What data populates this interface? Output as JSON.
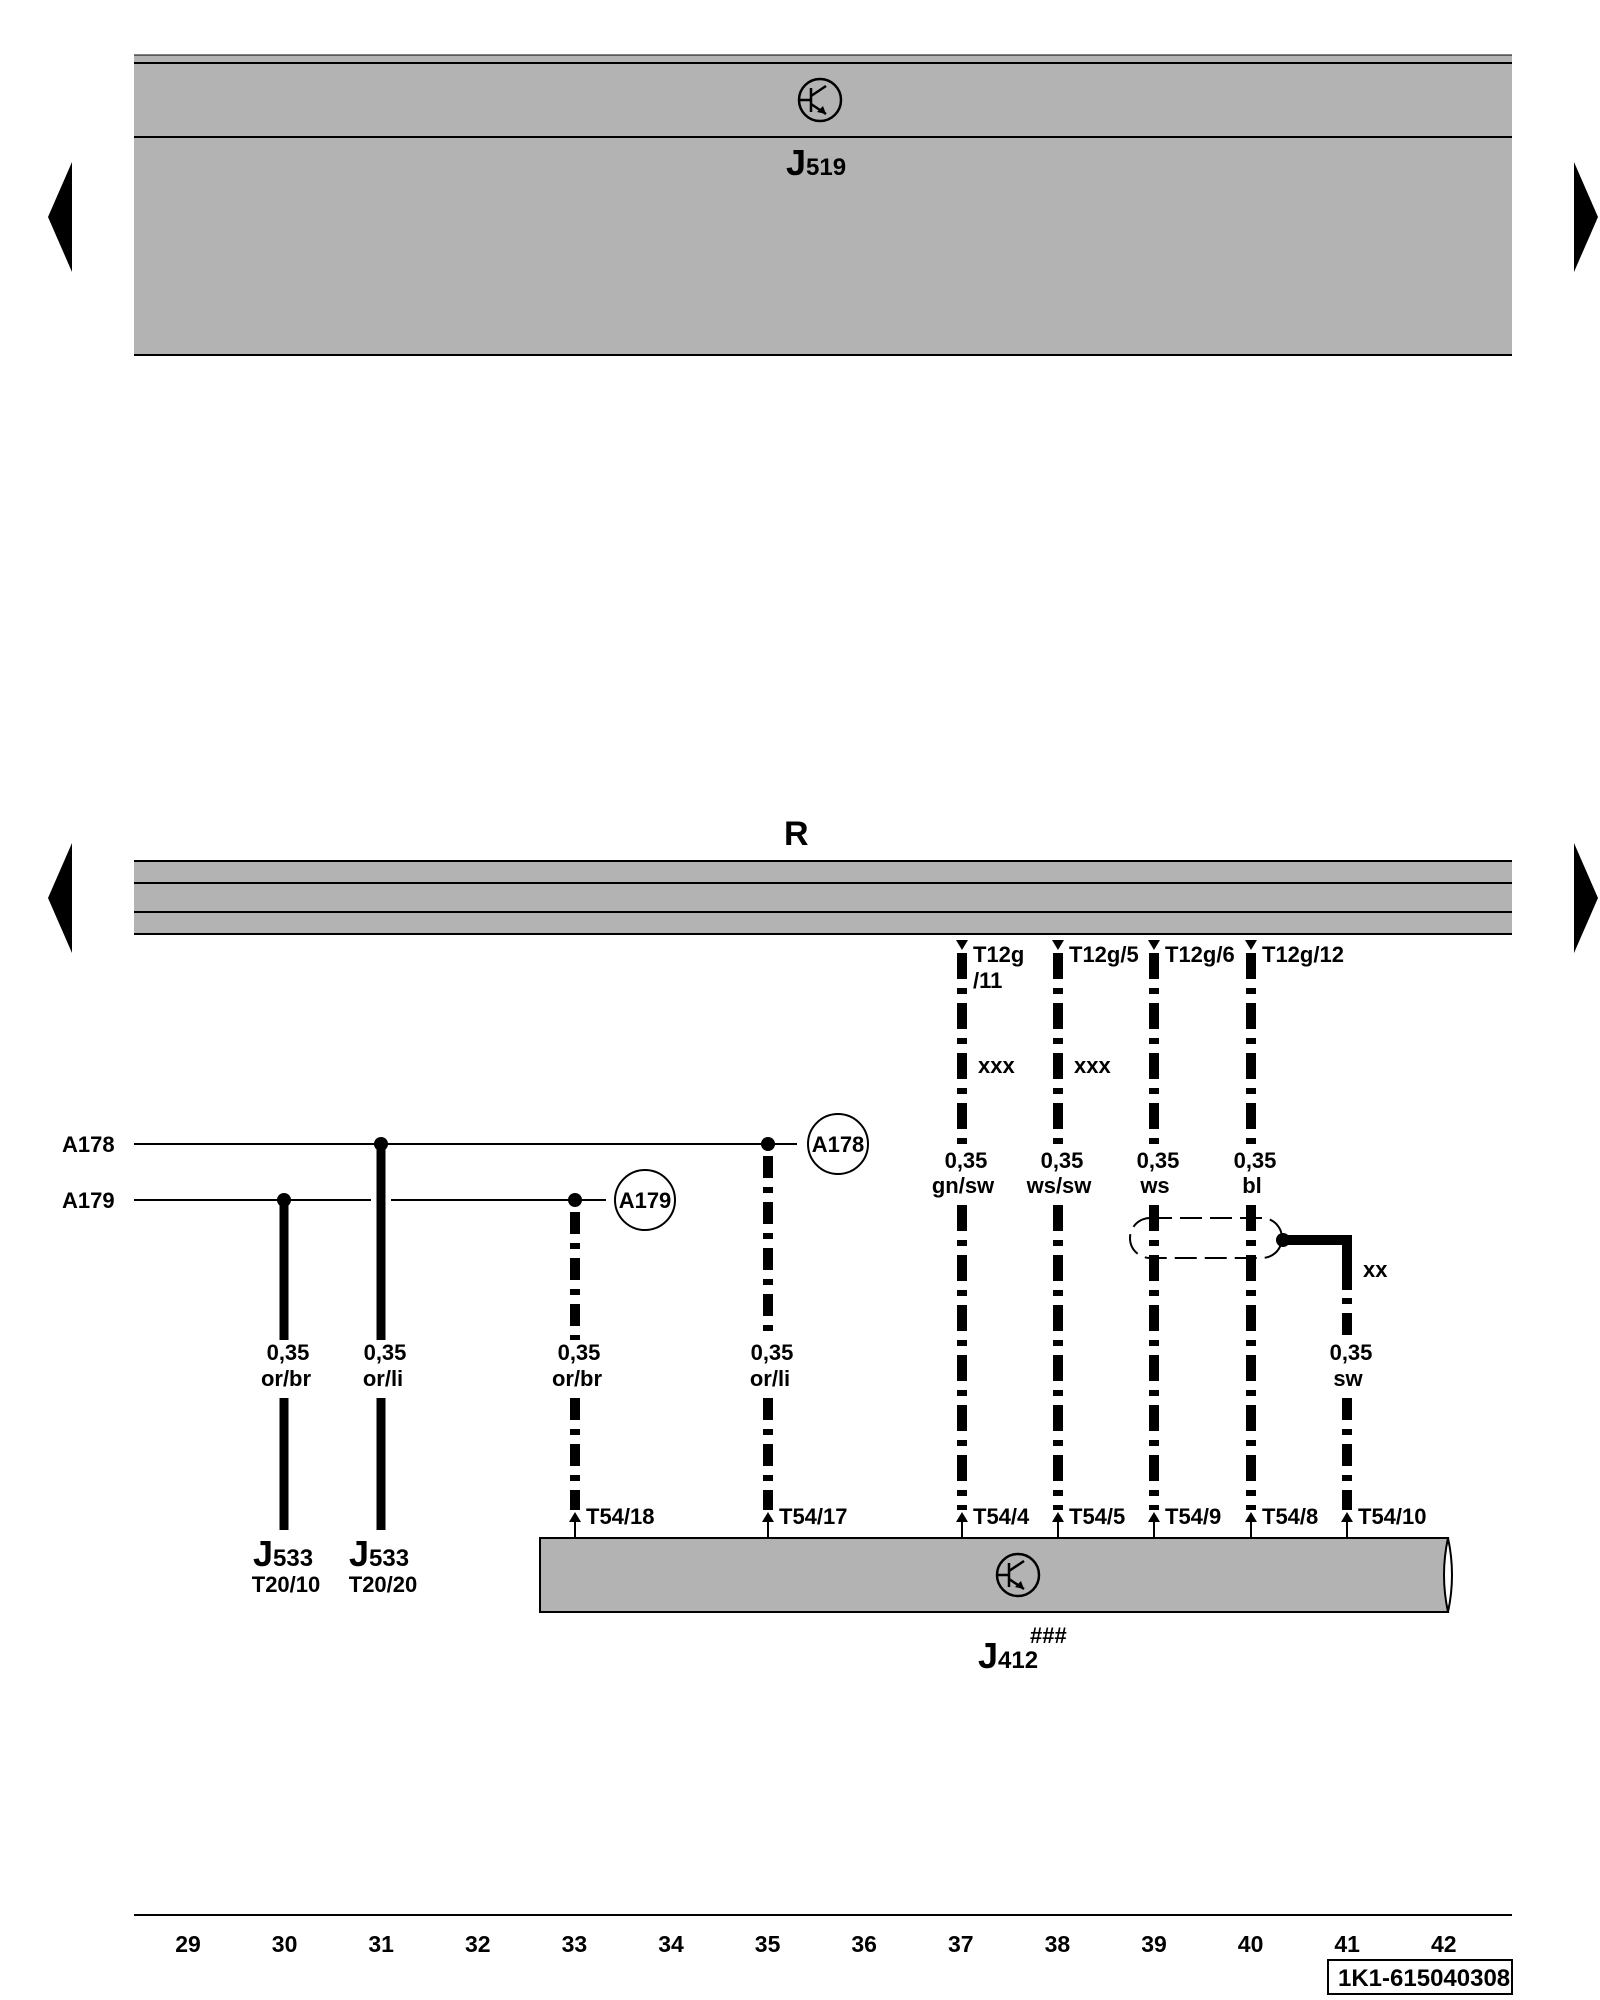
{
  "modules": {
    "j519": {
      "letter": "J",
      "number": "519"
    },
    "j412": {
      "letter": "J",
      "number": "412",
      "superscript": "###"
    },
    "bus_r": "R"
  },
  "lines": {
    "a178": "A178",
    "a179": "A179"
  },
  "circles": {
    "a178": "A178",
    "a179": "A179"
  },
  "wires": [
    {
      "id": "w30",
      "size": "0,35",
      "color": "or/br",
      "pin": "",
      "dest_letter": "J",
      "dest_number": "533",
      "dest_pin": "T20/10"
    },
    {
      "id": "w31",
      "size": "0,35",
      "color": "or/li",
      "pin": "",
      "dest_letter": "J",
      "dest_number": "533",
      "dest_pin": "T20/20"
    },
    {
      "id": "w33",
      "size": "0,35",
      "color": "or/br",
      "pin": "T54/18"
    },
    {
      "id": "w35",
      "size": "0,35",
      "color": "or/li",
      "pin": "T54/17"
    },
    {
      "id": "w37",
      "size": "0,35",
      "color": "gn/sw",
      "pin": "T54/4",
      "top_pin": "T12g",
      "top_pin_2": "/11",
      "note": "xxx"
    },
    {
      "id": "w38",
      "size": "0,35",
      "color": "ws/sw",
      "pin": "T54/5",
      "top_pin": "T12g/5",
      "note": "xxx"
    },
    {
      "id": "w39",
      "size": "0,35",
      "color": "ws",
      "pin": "T54/9",
      "top_pin": "T12g/6"
    },
    {
      "id": "w40",
      "size": "0,35",
      "color": "bl",
      "pin": "T54/8",
      "top_pin": "T12g/12"
    },
    {
      "id": "w41",
      "size": "0,35",
      "color": "sw",
      "pin": "T54/10",
      "note": "xx"
    }
  ],
  "columns": [
    "29",
    "30",
    "31",
    "32",
    "33",
    "34",
    "35",
    "36",
    "37",
    "38",
    "39",
    "40",
    "41",
    "42"
  ],
  "code": "1K1-615040308",
  "colors": {
    "module_fill": "#b3b3b3",
    "ink": "#000000"
  }
}
